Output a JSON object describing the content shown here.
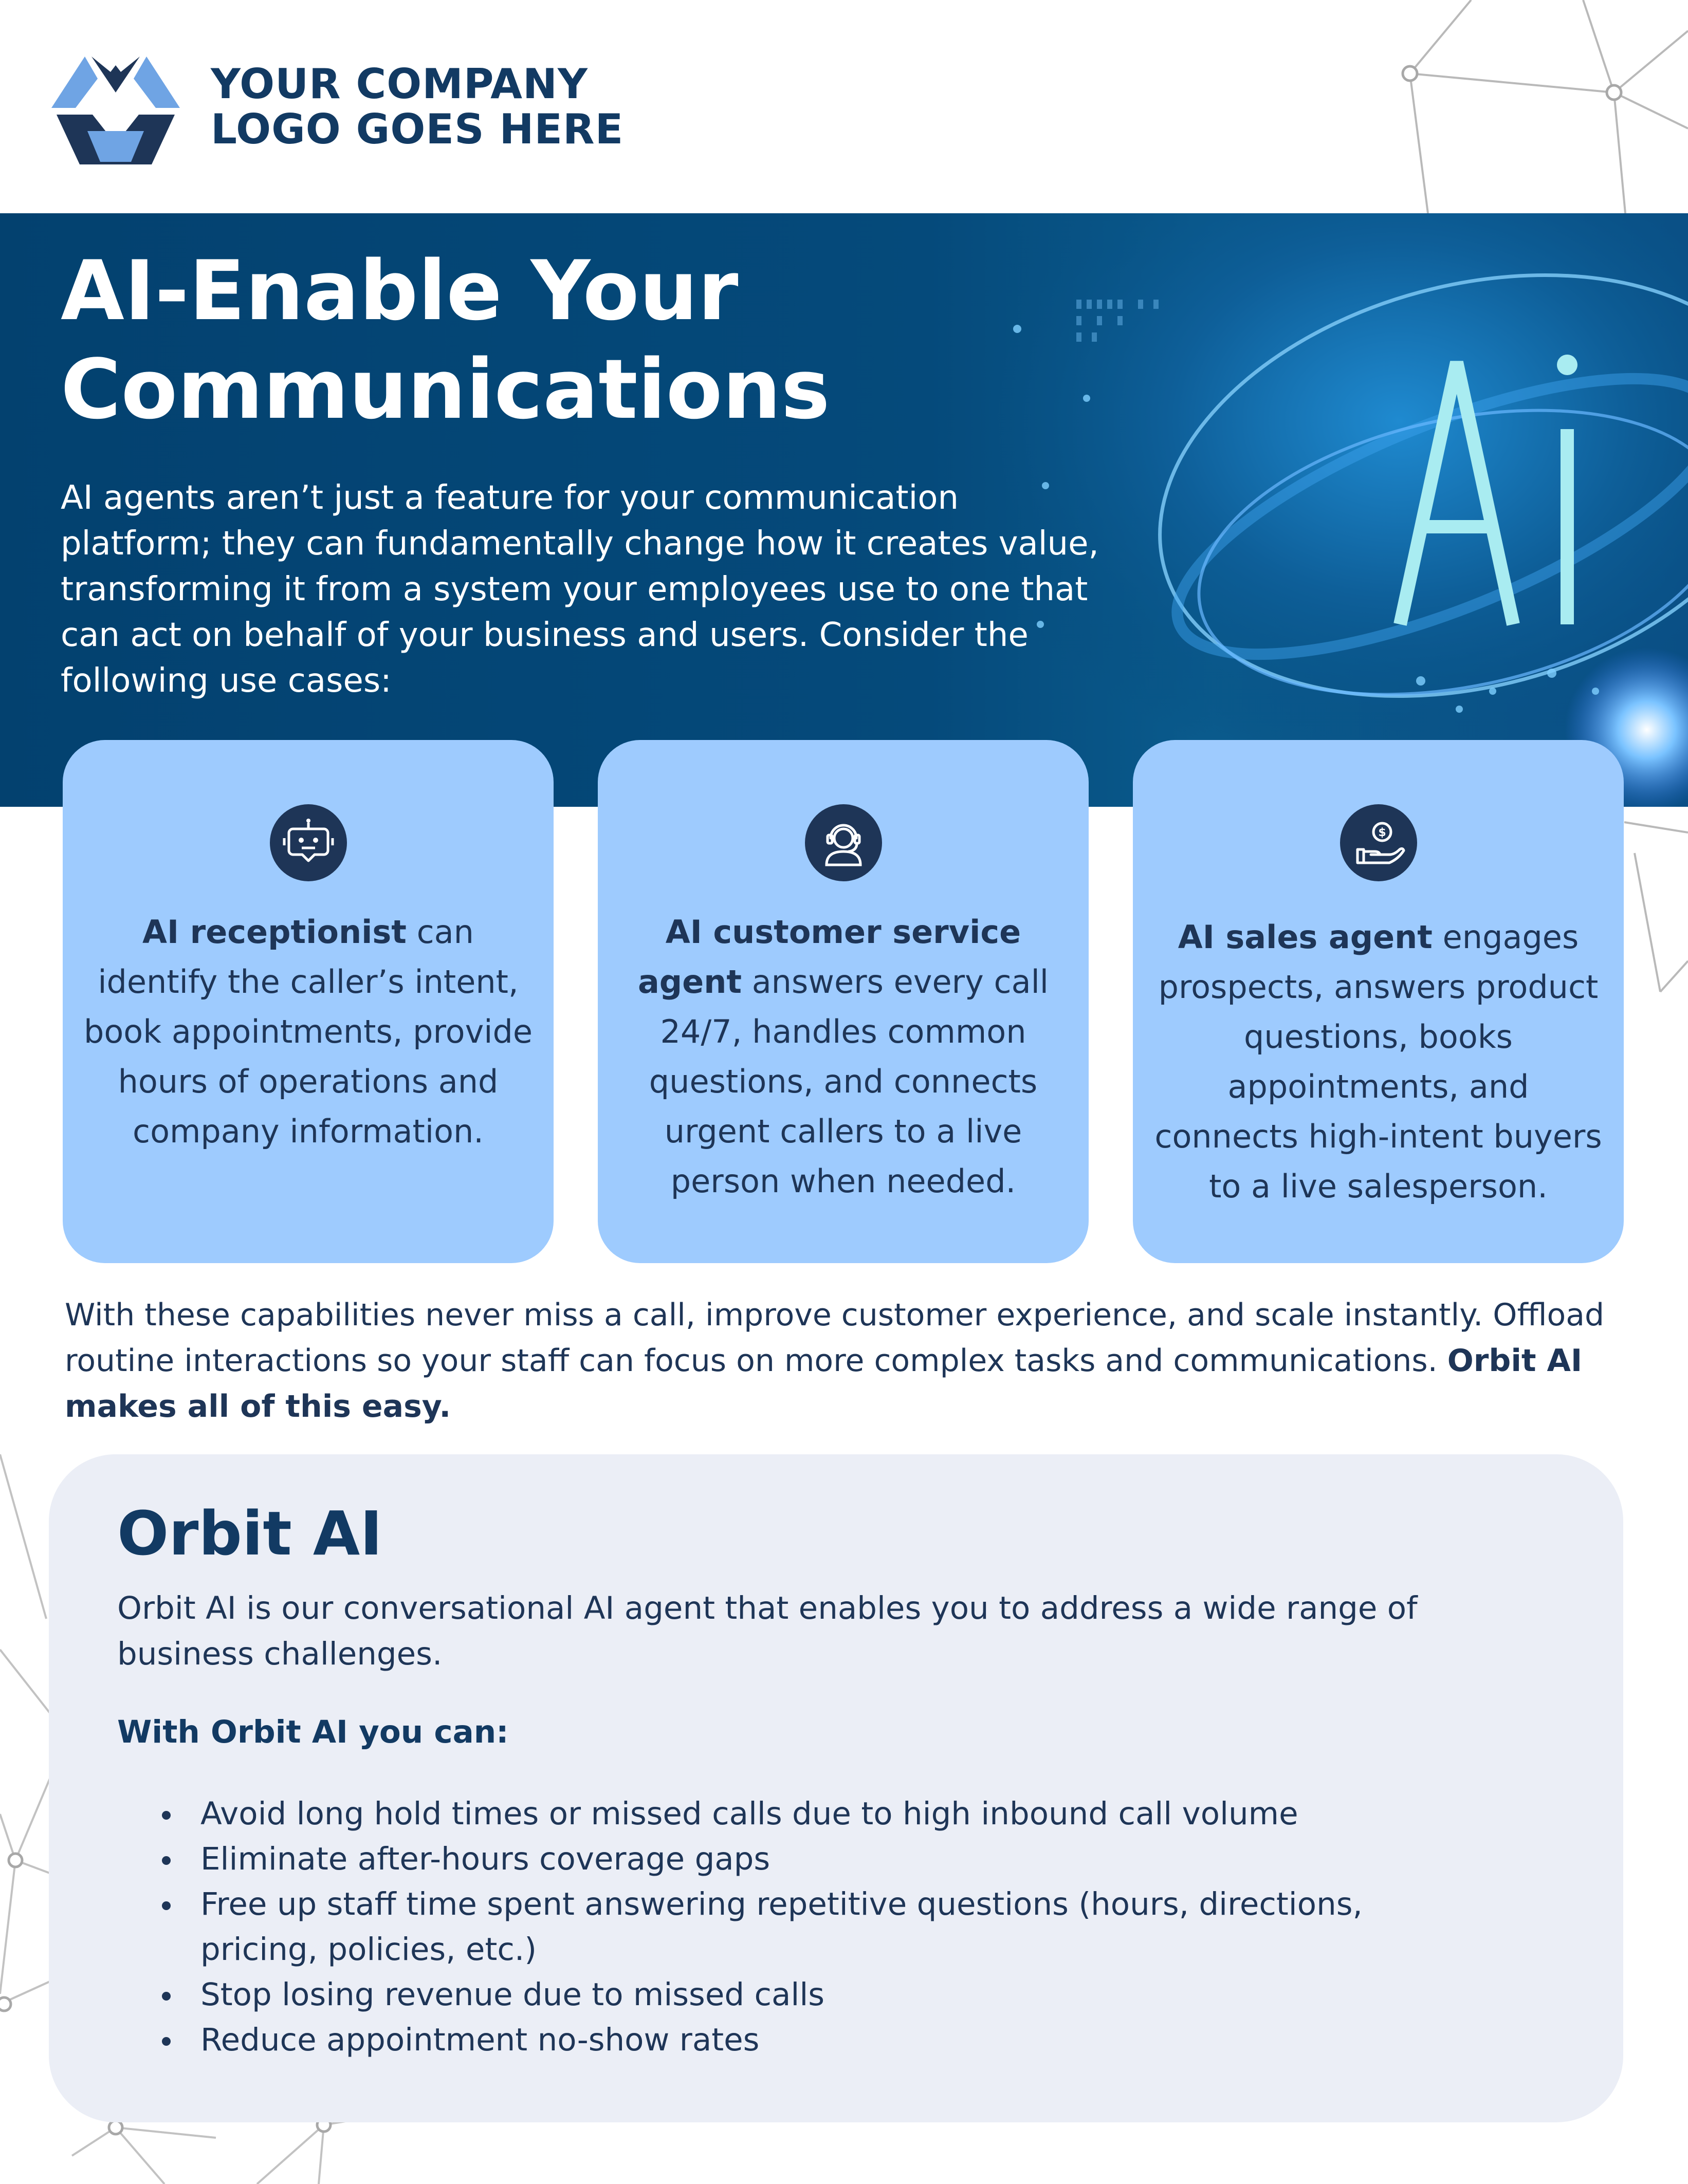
{
  "logo": {
    "line1": "YOUR COMPANY",
    "line2": "LOGO GOES HERE",
    "icon": "triangle-logo-icon"
  },
  "hero": {
    "title_line1": "AI-Enable Your",
    "title_line2": "Communications",
    "body": "AI agents aren’t just a feature for your communication platform; they can fundamentally change how it creates value, transforming it from a system your employees use to one that can act on behalf of your business and users. Consider the following use cases:"
  },
  "cards": [
    {
      "icon": "chatbot-icon",
      "bold": "AI receptionist",
      "text": " can identify the caller’s intent, book appointments, provide hours of operations and company information."
    },
    {
      "icon": "headset-agent-icon",
      "bold": "AI customer service agent",
      "text": " answers every call 24/7, handles common questions, and connects urgent callers to a live person when needed."
    },
    {
      "icon": "hand-money-icon",
      "bold": "AI sales agent",
      "text": " engages prospects, answers product questions, books appointments, and connects high-intent buyers to a live salesperson."
    }
  ],
  "capabilities": {
    "text": "With these capabilities never miss a call, improve customer experience, and scale instantly. Offload routine interactions so your staff can focus on more complex tasks and communications. ",
    "bold": "Orbit AI makes all of this easy."
  },
  "orbit": {
    "title": "Orbit AI",
    "description": "Orbit AI is our conversational AI agent that enables you to address a wide range of business challenges.",
    "subheading": "With Orbit AI you can:",
    "items": [
      "Avoid long hold times or missed calls due to high inbound call volume",
      "Eliminate after-hours coverage gaps",
      "Free up staff time spent answering repetitive questions (hours, directions, pricing, policies, etc.)",
      "Stop losing revenue due to missed calls",
      "Reduce appointment no-show rates"
    ]
  },
  "colors": {
    "navy": "#123a63",
    "hero_blue": "#03416f",
    "card_blue": "#9ecbfe",
    "panel_gray": "#ebeef6"
  }
}
